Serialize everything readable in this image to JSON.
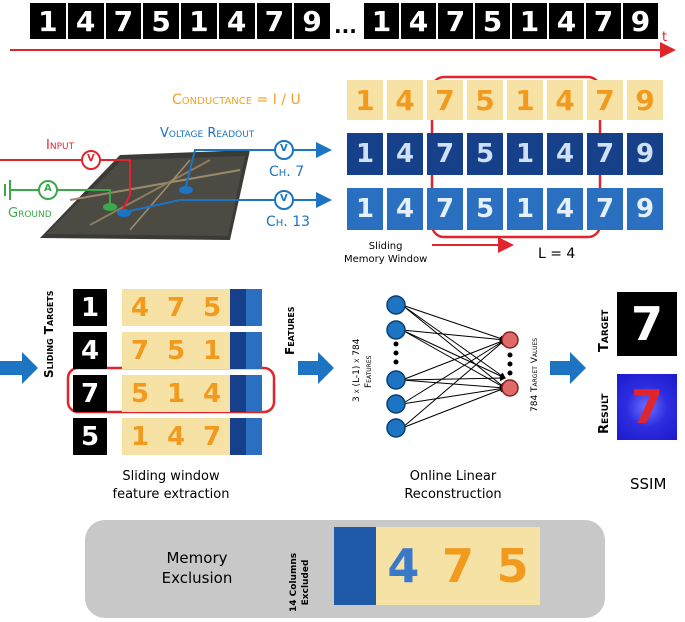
{
  "top_sequence": {
    "left_digits": [
      "1",
      "4",
      "7",
      "5",
      "1",
      "4",
      "7",
      "9"
    ],
    "ellipsis": "...",
    "right_digits": [
      "1",
      "4",
      "7",
      "5",
      "1",
      "4",
      "7",
      "9"
    ],
    "time_label": "t"
  },
  "hardware": {
    "conductance_label": "Conductance = I / U",
    "input_label": "Input",
    "input_meter": "V",
    "ground_label": "Ground",
    "ground_meter": "A",
    "voltage_readout_label": "Voltage Readout",
    "ch7_meter": "V",
    "ch7_label": "Ch. 7",
    "ch13_meter": "V",
    "ch13_label": "Ch. 13"
  },
  "rows": {
    "conductance_digits": [
      "1",
      "4",
      "7",
      "5",
      "1",
      "4",
      "7",
      "9"
    ],
    "ch7_digits": [
      "1",
      "4",
      "7",
      "5",
      "1",
      "4",
      "7",
      "9"
    ],
    "ch13_digits": [
      "1",
      "4",
      "7",
      "5",
      "1",
      "4",
      "7",
      "9"
    ]
  },
  "sliding_memory": {
    "label": "Sliding\nMemory Window",
    "window_length": "L = 4"
  },
  "feature_extraction": {
    "side_label": "Sliding Targets",
    "targets": [
      "1",
      "4",
      "7",
      "5"
    ],
    "feature_rows": [
      [
        "4",
        "7",
        "5"
      ],
      [
        "7",
        "5",
        "1"
      ],
      [
        "5",
        "1",
        "4"
      ],
      [
        "1",
        "4",
        "7"
      ]
    ],
    "features_label": "Features",
    "caption": "Sliding window\nfeature extraction"
  },
  "reconstruction": {
    "input_dims": "3 x (L-1) x 784",
    "input_label": "Features",
    "output_label": "784 Target Values",
    "caption": "Online Linear\nReconstruction"
  },
  "result": {
    "target_label": "Target",
    "result_label": "Result",
    "target_digit": "7",
    "result_digit": "7",
    "metric": "SSIM"
  },
  "memory_exclusion": {
    "title": "Memory\nExclusion",
    "columns_label": "14 Columns\nExcluded",
    "digits": [
      "4",
      "7",
      "5"
    ]
  },
  "colors": {
    "red": "#e0262c",
    "blue": "#1c74c2",
    "green": "#3aa94a",
    "orange": "#f0a12a",
    "gray_panel": "#c8c8c8"
  }
}
